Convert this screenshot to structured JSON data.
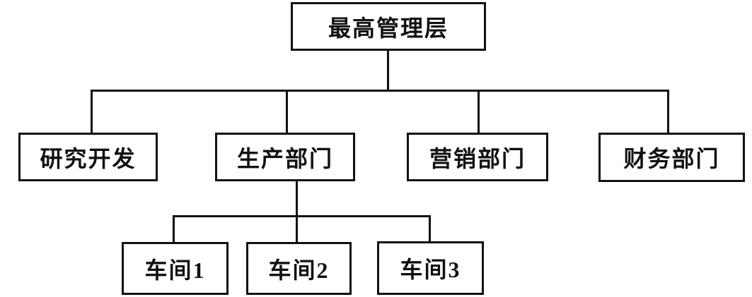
{
  "diagram": {
    "type": "org-chart",
    "root": {
      "id": "top-management",
      "label": "最高管理层"
    },
    "level2": [
      {
        "id": "research-development",
        "label": "研究开发"
      },
      {
        "id": "production-department",
        "label": "生产部门"
      },
      {
        "id": "marketing-department",
        "label": "营销部门"
      },
      {
        "id": "finance-department",
        "label": "财务部门"
      }
    ],
    "level3": [
      {
        "id": "workshop-1",
        "label": "车间1"
      },
      {
        "id": "workshop-2",
        "label": "车间2"
      },
      {
        "id": "workshop-3",
        "label": "车间3"
      }
    ],
    "edges": [
      {
        "from": "top-management",
        "to": "research-development"
      },
      {
        "from": "top-management",
        "to": "production-department"
      },
      {
        "from": "top-management",
        "to": "marketing-department"
      },
      {
        "from": "top-management",
        "to": "finance-department"
      },
      {
        "from": "production-department",
        "to": "workshop-1"
      },
      {
        "from": "production-department",
        "to": "workshop-2"
      },
      {
        "from": "production-department",
        "to": "workshop-3"
      }
    ],
    "colors": {
      "line": "#111111",
      "box_border": "#111111",
      "box_fill": "#ffffff",
      "text": "#111111",
      "background": "#ffffff"
    }
  }
}
